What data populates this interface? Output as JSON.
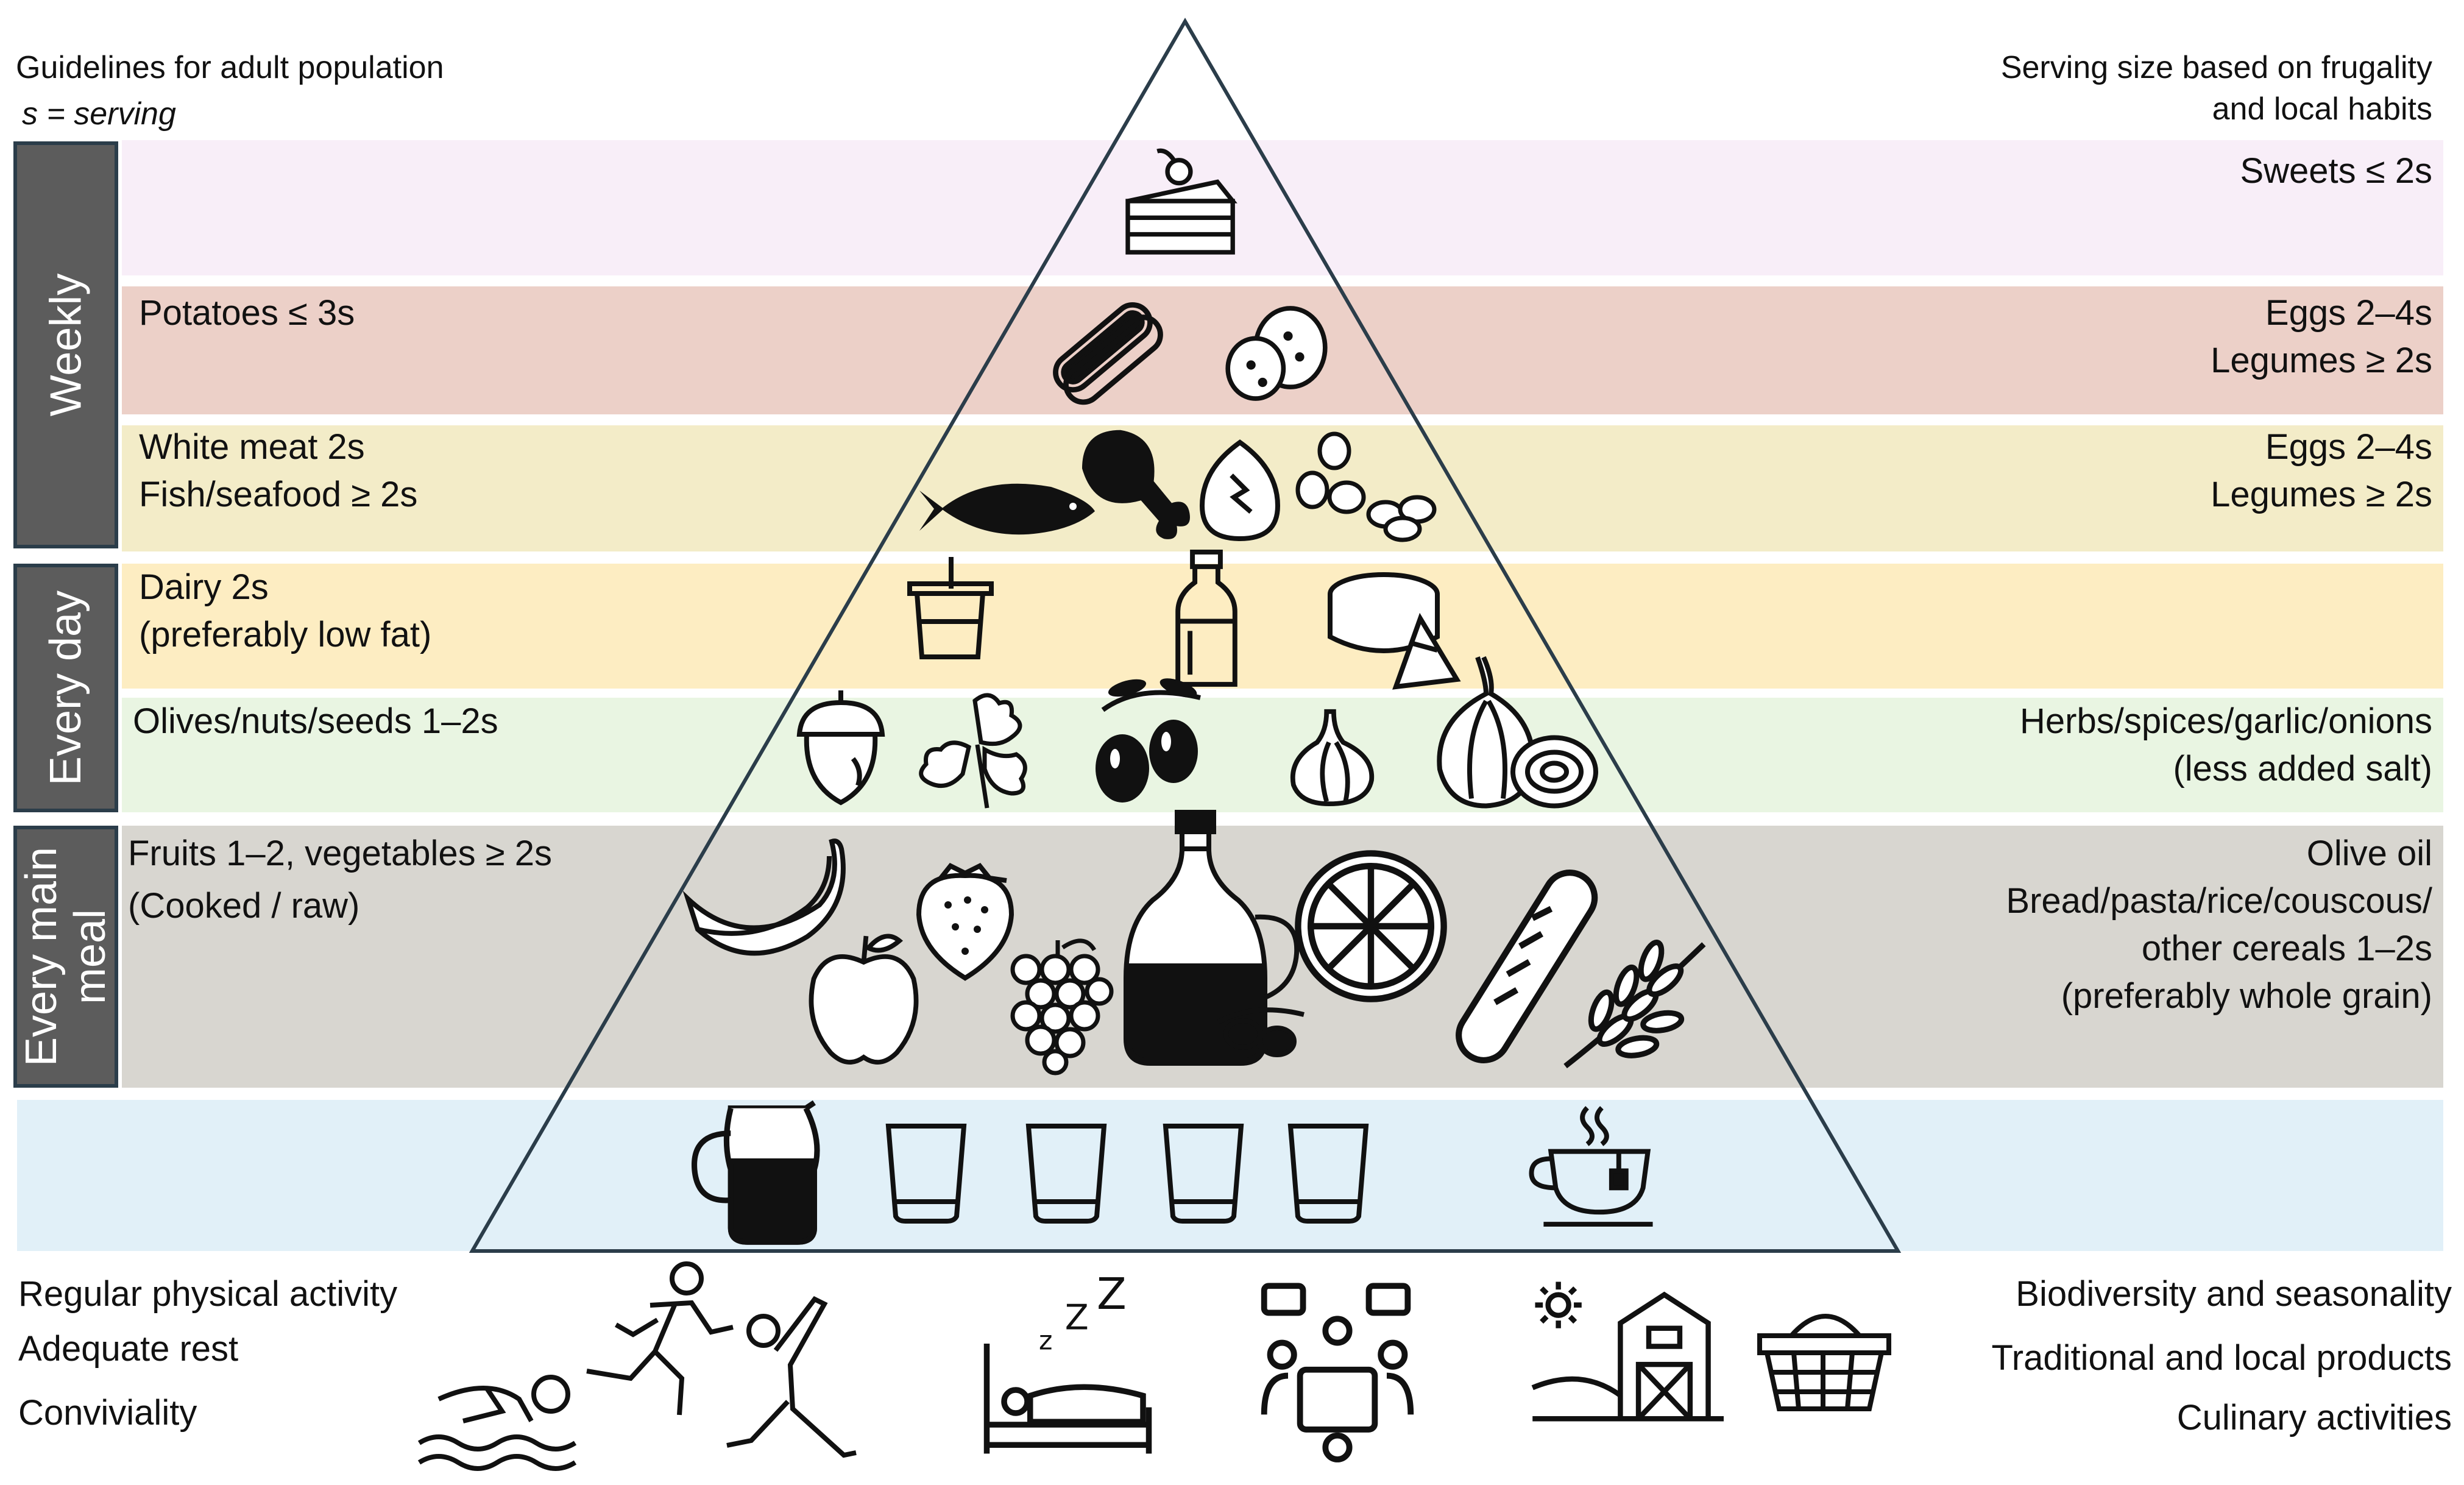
{
  "header": {
    "left_line1": "Guidelines for adult population",
    "left_line2": "s = serving",
    "right_line1": "Serving size based on frugality",
    "right_line2": "and local habits"
  },
  "side_labels": {
    "weekly": "Weekly",
    "every_day": "Every day",
    "every_main_meal_1": "Every main",
    "every_main_meal_2": "meal"
  },
  "tiers": {
    "sweets": {
      "right": "Sweets ≤ 2s"
    },
    "potatoes": {
      "left": "Potatoes ≤ 3s",
      "right1": "Eggs 2–4s",
      "right2": "Legumes ≥ 2s"
    },
    "meat": {
      "left1": "White meat 2s",
      "left2": "Fish/seafood ≥ 2s",
      "right1": "Eggs 2–4s",
      "right2": "Legumes ≥ 2s"
    },
    "dairy": {
      "left1": "Dairy 2s",
      "left2": "(preferably low fat)"
    },
    "olives": {
      "left": "Olives/nuts/seeds 1–2s",
      "right1": "Herbs/spices/garlic/onions",
      "right2": "(less added salt)"
    },
    "main": {
      "left1": "Fruits 1–2, vegetables ≥ 2s",
      "left2": "(Cooked / raw)",
      "right1": "Olive oil",
      "right2": "Bread/pasta/rice/couscous/",
      "right3": "other cereals 1–2s",
      "right4": "(preferably whole grain)"
    }
  },
  "footer": {
    "left1": "Regular physical activity",
    "left2": "Adequate rest",
    "left3": "Conviviality",
    "right1": "Biodiversity and seasonality",
    "right2": "Traditional and local products",
    "right3": "Culinary activities"
  },
  "colors": {
    "sweets": "#f8eef8",
    "potatoes": "#ecd0c8",
    "meat": "#f3ecc8",
    "dairy": "#fdedc2",
    "olives": "#e9f5e2",
    "main": "#d8d6d0",
    "water": "#e1f0f8",
    "side": "#5c5c5c",
    "outline": "#2b3d4a"
  },
  "icons": [
    "cake-icon",
    "hotdog-icon",
    "potato-icon",
    "fish-icon",
    "chicken-leg-icon",
    "egg-icon",
    "legumes-icon",
    "yogurt-icon",
    "milk-bottle-icon",
    "cheese-icon",
    "acorn-icon",
    "parsley-icon",
    "olives-icon",
    "garlic-icon",
    "onion-icon",
    "banana-icon",
    "apple-icon",
    "strawberry-icon",
    "grapes-icon",
    "olive-oil-icon",
    "orange-icon",
    "baguette-icon",
    "wheat-icon",
    "water-jug-icon",
    "glass-icon",
    "tea-cup-icon",
    "swimmer-icon",
    "runner-icon",
    "yoga-icon",
    "sleep-icon",
    "conviviality-icon",
    "farm-icon",
    "basket-icon"
  ]
}
